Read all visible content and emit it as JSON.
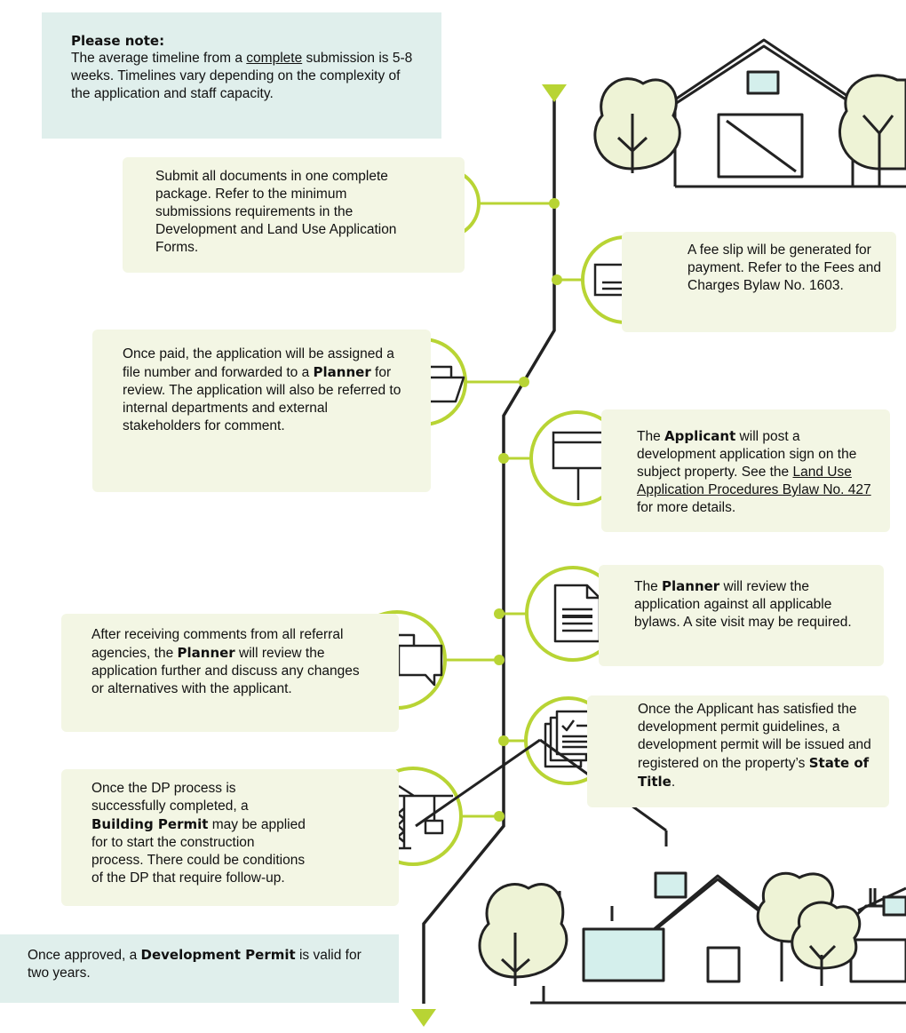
{
  "note": {
    "title": "Please note:",
    "pre": "The average timeline from a ",
    "link": "complete",
    "post": " submission is 5-8 weeks. Timelines vary depending on the complexity of the application and staff capacity."
  },
  "steps": {
    "submit": {
      "text": "Submit all documents in one complete package. Refer to the minimum submissions requirements in the Development and Land Use Application Forms."
    },
    "fee": {
      "text": "A fee slip will be generated for payment. Refer to the Fees and Charges Bylaw No. 1603."
    },
    "assigned": {
      "pre": "Once paid, the application will be assigned a file number and forwarded to a ",
      "bold": "Planner",
      "post": " for review. The application will also be referred to internal departments and external stakeholders for comment."
    },
    "sign": {
      "pre": "The ",
      "bold": "Applicant",
      "mid": " will post a development application sign on the subject property. See the ",
      "link": "Land Use Application Procedures Bylaw No. 427",
      "post": " for more details."
    },
    "review": {
      "pre": "The ",
      "bold": "Planner",
      "post": " will review the application against all applicable bylaws. A site visit may be required."
    },
    "comments": {
      "pre": "After receiving comments from all referral agencies, the ",
      "bold": "Planner",
      "post": " will review the application further and discuss any changes or alternatives with the applicant."
    },
    "issued": {
      "pre": "Once the Applicant has satisfied the development permit guidelines, a development permit will be issued and registered on the property’s ",
      "bold": "State of Title",
      "post": "."
    },
    "building": {
      "pre": "Once the DP process is successfully completed, a ",
      "bold": "Building Permit",
      "post": " may be applied for to start the construction process. There could be conditions of the DP that require follow-up."
    },
    "approved": {
      "pre": "Once approved, a ",
      "bold": "Development Permit",
      "post": " is valid for two years."
    }
  },
  "colors": {
    "accent": "#b8d434",
    "card": "#f3f6e4",
    "teal": "#e0efec",
    "line": "#222222",
    "fill_green": "#eef3d6",
    "fill_teal": "#d4efec"
  }
}
